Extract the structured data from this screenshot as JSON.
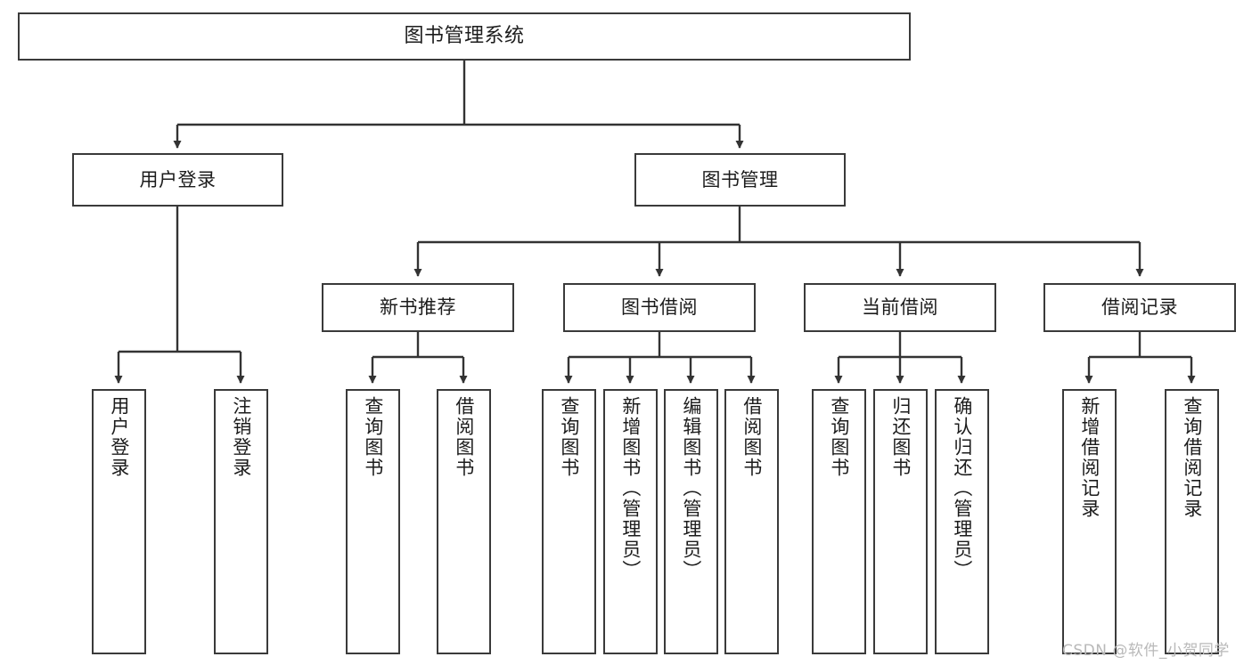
{
  "diagram": {
    "title": "图书管理系统",
    "type": "tree",
    "colors": {
      "node_border": "#3a3a3a",
      "node_fill": "#ffffff",
      "connector": "#333333",
      "text": "#1c1c1c",
      "watermark": "#b9b9b9",
      "canvas": "#ffffff"
    },
    "root": {
      "label": "图书管理系统"
    },
    "level1": [
      {
        "label": "用户登录"
      },
      {
        "label": "图书管理"
      }
    ],
    "level2": [
      {
        "label": "新书推荐"
      },
      {
        "label": "图书借阅"
      },
      {
        "label": "当前借阅"
      },
      {
        "label": "借阅记录"
      }
    ],
    "leaves": {
      "user_login": [
        {
          "label": "用户登录"
        },
        {
          "label": "注销登录"
        }
      ],
      "new_book_recommend": [
        {
          "label": "查询图书"
        },
        {
          "label": "借阅图书"
        }
      ],
      "book_borrow": [
        {
          "label": "查询图书"
        },
        {
          "label": "新增图书（管理员）"
        },
        {
          "label": "编辑图书（管理员）"
        },
        {
          "label": "借阅图书"
        }
      ],
      "current_borrow": [
        {
          "label": "查询图书"
        },
        {
          "label": "归还图书"
        },
        {
          "label": "确认归还（管理员）"
        }
      ],
      "borrow_record": [
        {
          "label": "新增借阅记录"
        },
        {
          "label": "查询借阅记录"
        }
      ]
    }
  },
  "watermark": {
    "text": "CSDN @软件_小贺同学"
  }
}
